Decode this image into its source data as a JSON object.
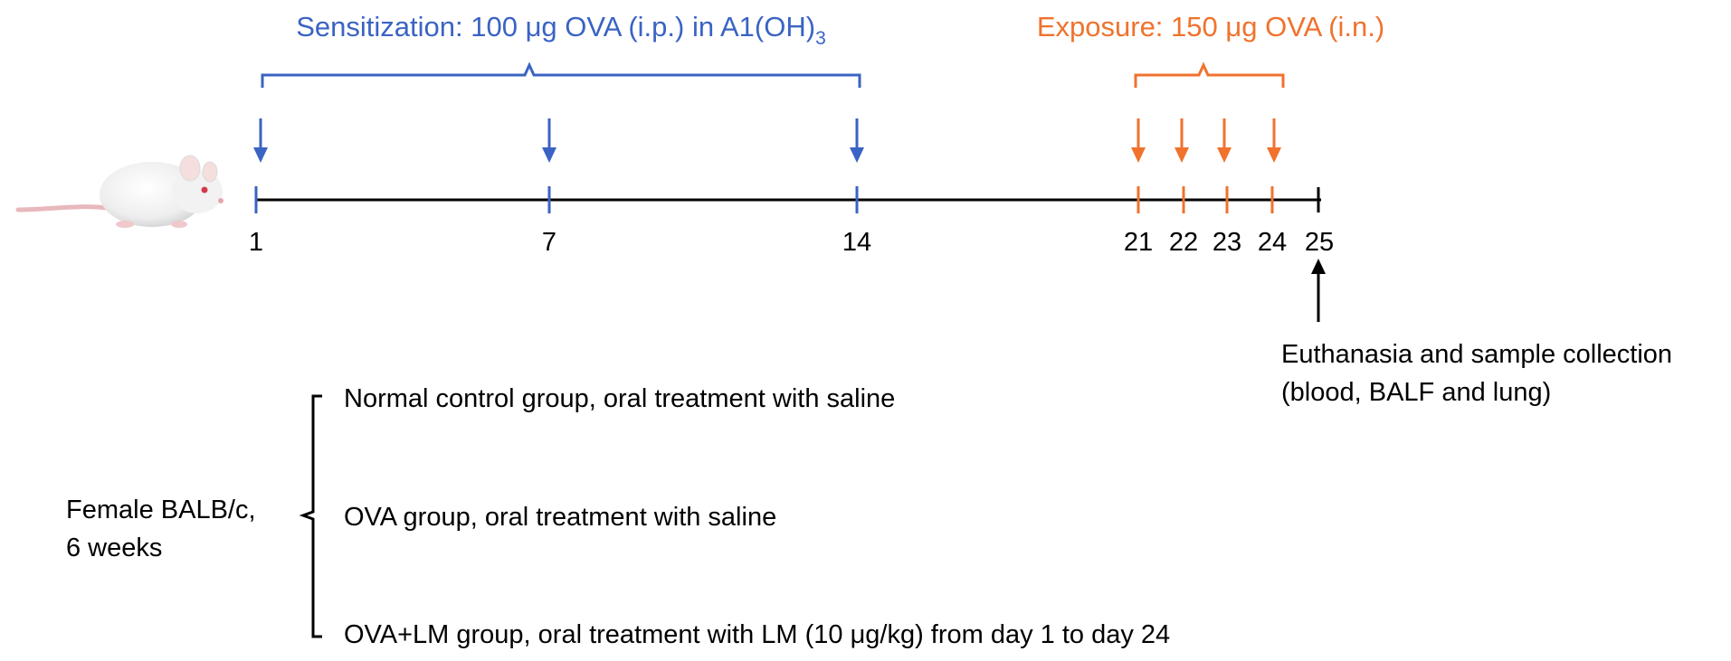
{
  "colors": {
    "sensitization": "#3a63c3",
    "exposure": "#f0722d",
    "axis": "#000000",
    "text": "#000000"
  },
  "sensitization": {
    "label_main": "Sensitization: 100 μg OVA (i.p.) in A1(OH)",
    "label_sub": "3",
    "days": [
      "1",
      "7",
      "14"
    ]
  },
  "exposure": {
    "label": "Exposure: 150 μg OVA (i.n.)",
    "days": [
      "21",
      "22",
      "23",
      "24"
    ]
  },
  "endpoint": {
    "day": "25",
    "line1": "Euthanasia and sample collection",
    "line2": "(blood, BALF and lung)"
  },
  "subject": {
    "line1": "Female BALB/c,",
    "line2": "6 weeks",
    "icon": "mouse-icon"
  },
  "groups": [
    "Normal control group, oral treatment with saline",
    "OVA group, oral treatment with saline",
    "OVA+LM group, oral treatment with LM (10 μg/kg) from day 1 to day 24"
  ]
}
